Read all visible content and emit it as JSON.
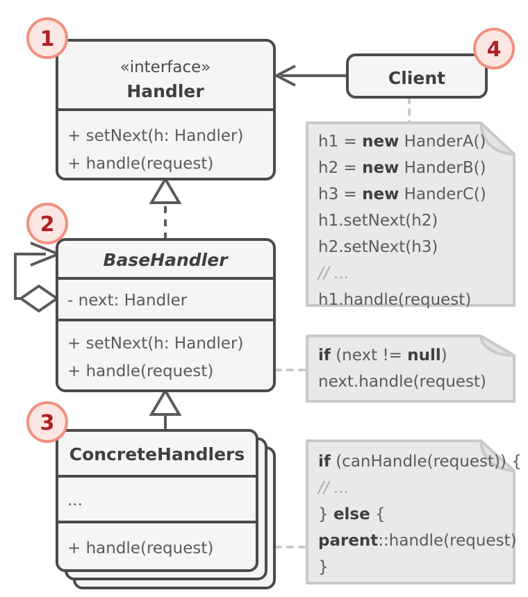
{
  "diagram": {
    "title": "Chain of Responsibility UML class diagram",
    "colors": {
      "box_fill": "#f5f5f5",
      "box_stroke": "#4a4a4a",
      "note_fill": "#e9e9e9",
      "note_stroke": "#c9c9c9",
      "badge_fill": "#fbe6e1",
      "badge_stroke": "#f1907d",
      "badge_text": "#b01f24",
      "text": "#5a5a5a"
    }
  },
  "badges": [
    {
      "id": "badge-1",
      "label": "1",
      "target": "Handler"
    },
    {
      "id": "badge-2",
      "label": "2",
      "target": "BaseHandler"
    },
    {
      "id": "badge-3",
      "label": "3",
      "target": "ConcreteHandlers"
    },
    {
      "id": "badge-4",
      "label": "4",
      "target": "Client"
    }
  ],
  "classes": {
    "handler": {
      "stereotype": "«interface»",
      "name": "Handler",
      "methods": [
        "+ setNext(h: Handler)",
        "+ handle(request)"
      ]
    },
    "base_handler": {
      "name": "BaseHandler",
      "attributes": [
        "- next: Handler"
      ],
      "methods": [
        "+ setNext(h: Handler)",
        "+ handle(request)"
      ]
    },
    "concrete_handlers": {
      "name": "ConcreteHandlers",
      "attributes": [
        "..."
      ],
      "methods": [
        "+ handle(request)"
      ]
    },
    "client": {
      "name": "Client"
    }
  },
  "relationships": [
    {
      "from": "Client",
      "to": "Handler",
      "type": "association",
      "arrow": "open-arrow"
    },
    {
      "from": "BaseHandler",
      "to": "Handler",
      "type": "realization",
      "arrow": "hollow-triangle-dashed"
    },
    {
      "from": "ConcreteHandlers",
      "to": "BaseHandler",
      "type": "generalization",
      "arrow": "hollow-triangle-solid"
    },
    {
      "from": "BaseHandler",
      "to": "BaseHandler",
      "type": "aggregation",
      "arrow": "hollow-diamond-self-loop"
    }
  ],
  "notes": {
    "client_code": {
      "anchor": "Client",
      "lines": [
        [
          {
            "t": "h1 = ",
            "b": false
          },
          {
            "t": "new",
            "b": true
          },
          {
            "t": " HanderA()",
            "b": false
          }
        ],
        [
          {
            "t": "h2 = ",
            "b": false
          },
          {
            "t": "new",
            "b": true
          },
          {
            "t": " HanderB()",
            "b": false
          }
        ],
        [
          {
            "t": "h3 = ",
            "b": false
          },
          {
            "t": "new",
            "b": true
          },
          {
            "t": " HanderC()",
            "b": false
          }
        ],
        [
          {
            "t": "h1.setNext(h2)",
            "b": false
          }
        ],
        [
          {
            "t": "h2.setNext(h3)",
            "b": false
          }
        ],
        [
          {
            "t": "// ...",
            "b": false,
            "c": true
          }
        ],
        [
          {
            "t": "h1.handle(request)",
            "b": false
          }
        ]
      ]
    },
    "base_handle_code": {
      "anchor": "BaseHandler.handle(request)",
      "lines": [
        [
          {
            "t": "if",
            "b": true
          },
          {
            "t": " (next != ",
            "b": false
          },
          {
            "t": "null",
            "b": true
          },
          {
            "t": ")",
            "b": false
          }
        ],
        [
          {
            "t": "  next.handle(request)",
            "b": false
          }
        ]
      ]
    },
    "concrete_handle_code": {
      "anchor": "ConcreteHandlers.handle(request)",
      "lines": [
        [
          {
            "t": "if",
            "b": true
          },
          {
            "t": " (canHandle(request)) {",
            "b": false
          }
        ],
        [
          {
            "t": "  // ...",
            "b": false,
            "c": true
          }
        ],
        [
          {
            "t": "} ",
            "b": false
          },
          {
            "t": "else",
            "b": true
          },
          {
            "t": " {",
            "b": false
          }
        ],
        [
          {
            "t": "  ",
            "b": false
          },
          {
            "t": "parent",
            "b": true
          },
          {
            "t": "::handle(request)",
            "b": false
          }
        ],
        [
          {
            "t": "}",
            "b": false
          }
        ]
      ]
    }
  }
}
